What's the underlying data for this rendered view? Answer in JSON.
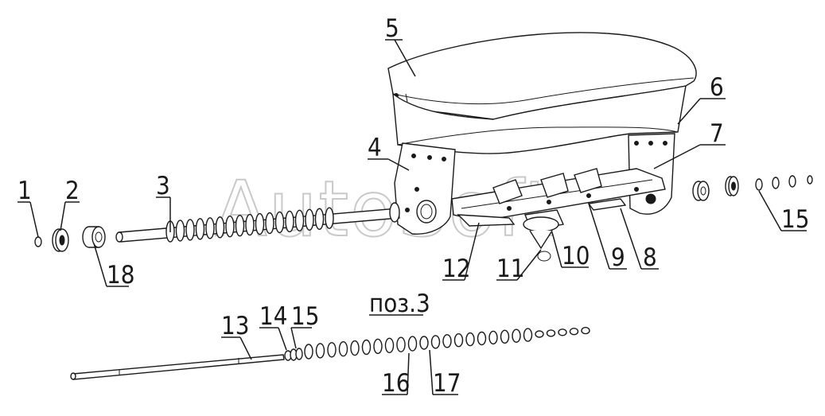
{
  "callouts": [
    {
      "id": "c1",
      "text": "1"
    },
    {
      "id": "c2",
      "text": "2"
    },
    {
      "id": "c3",
      "text": "3"
    },
    {
      "id": "c4",
      "text": "4"
    },
    {
      "id": "c5",
      "text": "5"
    },
    {
      "id": "c6",
      "text": "6"
    },
    {
      "id": "c7",
      "text": "7"
    },
    {
      "id": "c8",
      "text": "8"
    },
    {
      "id": "c9",
      "text": "9"
    },
    {
      "id": "c10",
      "text": "10"
    },
    {
      "id": "c11",
      "text": "11"
    },
    {
      "id": "c12",
      "text": "12"
    },
    {
      "id": "c13",
      "text": "13"
    },
    {
      "id": "c14",
      "text": "14"
    },
    {
      "id": "c15a",
      "text": "15"
    },
    {
      "id": "c15b",
      "text": "15"
    },
    {
      "id": "c16",
      "text": "16"
    },
    {
      "id": "c17",
      "text": "17"
    },
    {
      "id": "c18",
      "text": "18"
    }
  ],
  "section_title": "поз.3",
  "watermark": "AutoSoft"
}
